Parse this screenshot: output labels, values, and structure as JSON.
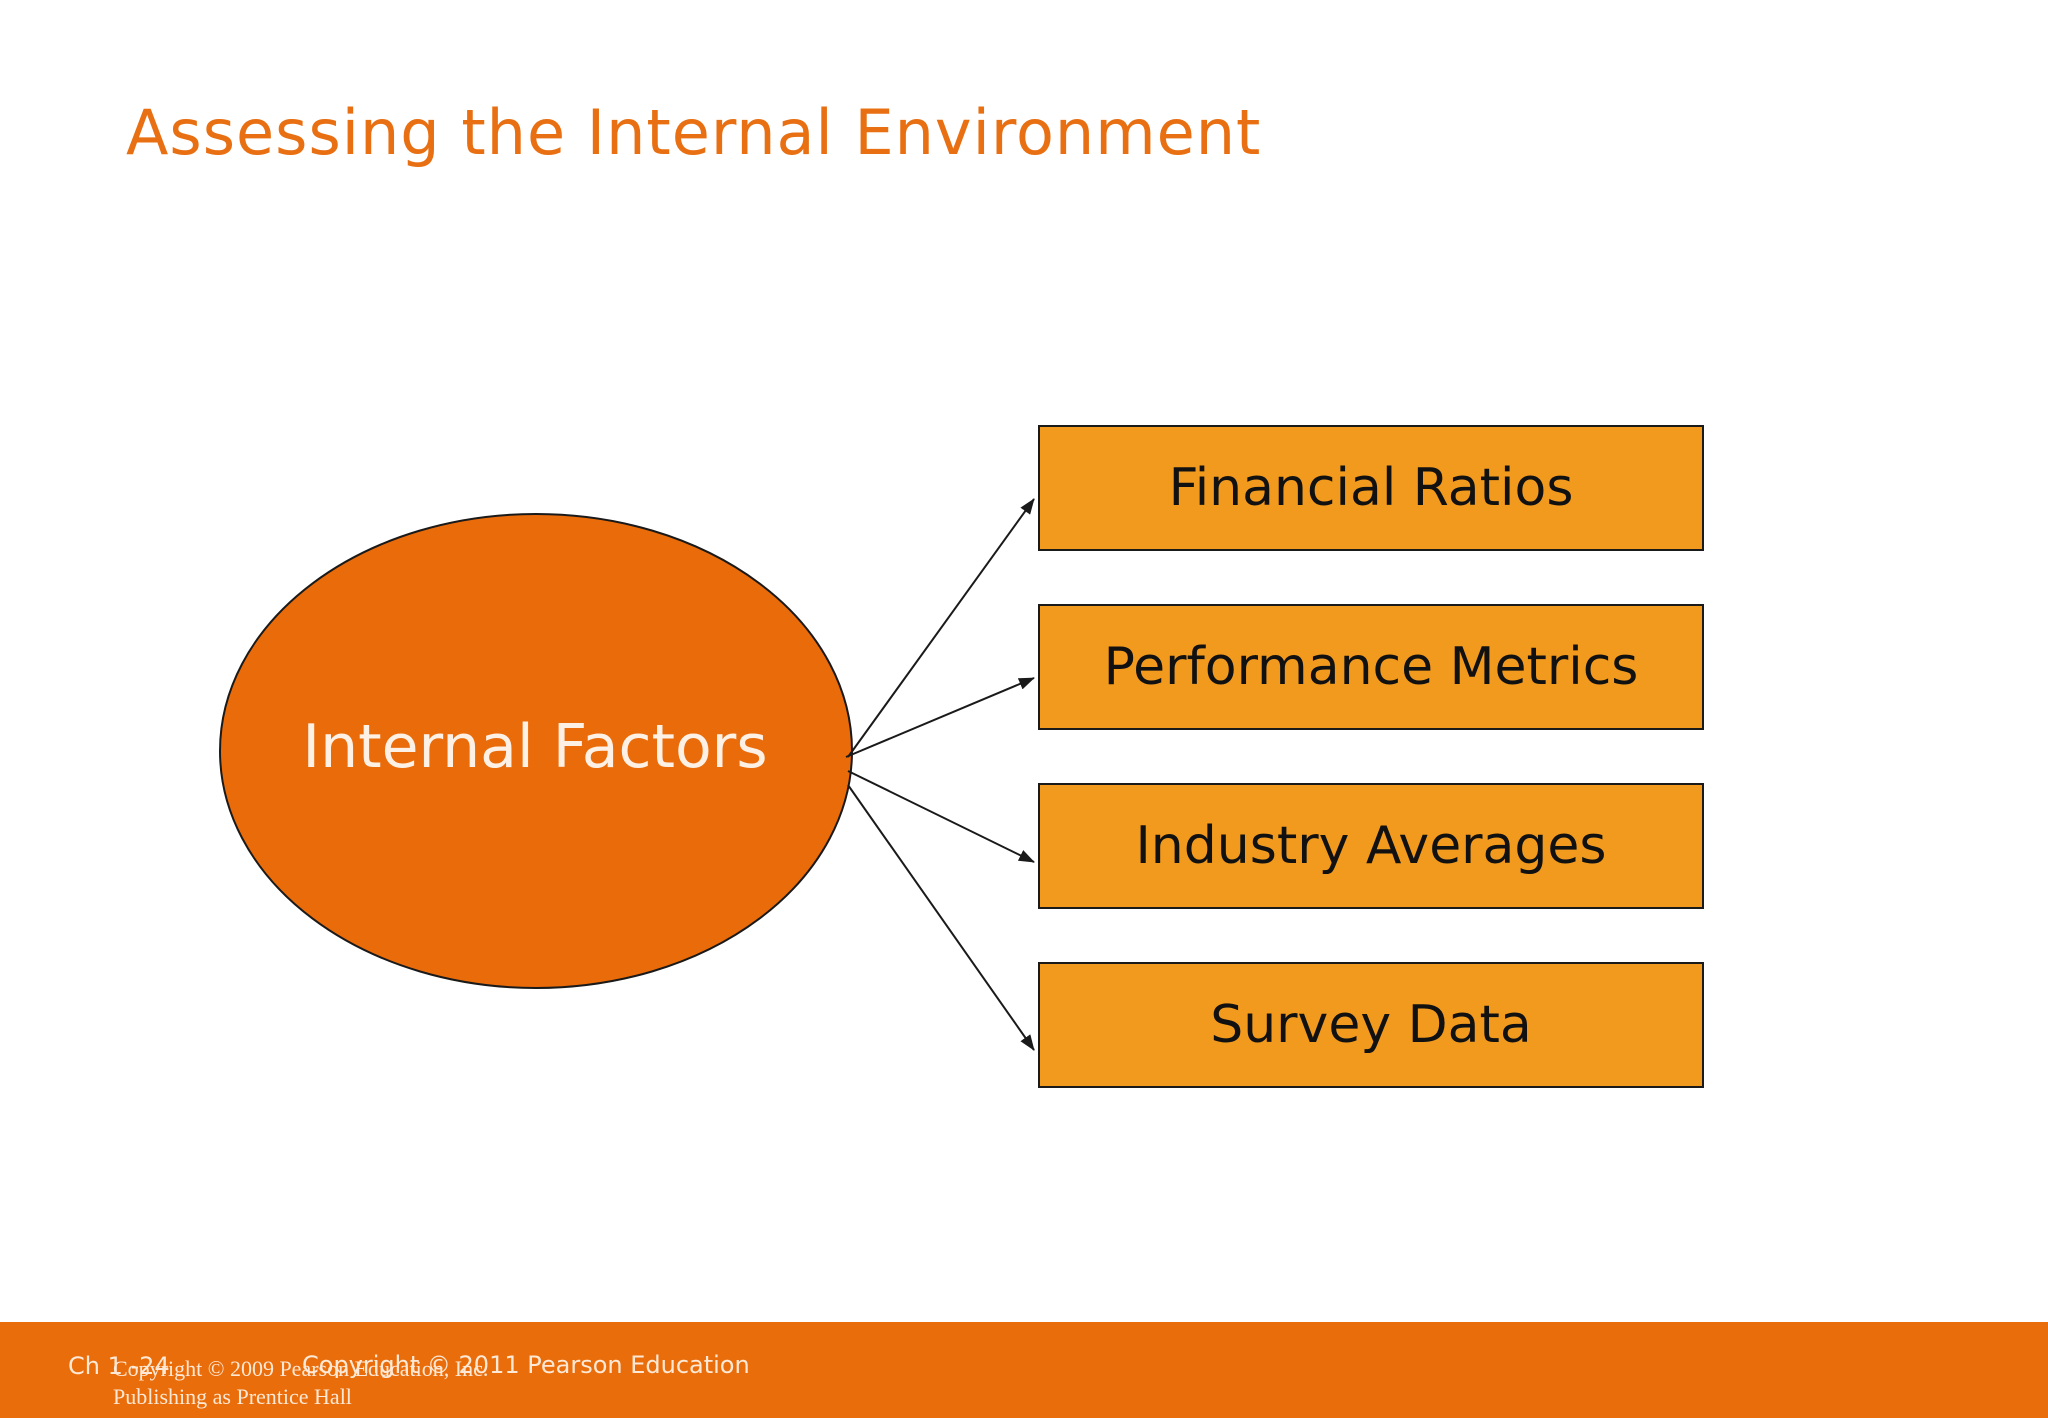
{
  "slide": {
    "title": "Assessing the Internal Environment"
  },
  "diagram": {
    "source": {
      "label": "Internal Factors",
      "fill": "#ea6b0a"
    },
    "targets": [
      {
        "label": "Financial Ratios"
      },
      {
        "label": "Performance Metrics"
      },
      {
        "label": "Industry Averages"
      },
      {
        "label": "Survey Data"
      }
    ],
    "target_fill": "#f29a1e"
  },
  "footer": {
    "slide_number": "Ch 1 -24",
    "copyright": "Copyright © 2011 Pearson Education",
    "old_copyright_line1": "Copyright © 2009 Pearson Education, Inc.",
    "old_copyright_line2": "Publishing as Prentice Hall",
    "bar_color": "#ea6d0b"
  },
  "colors": {
    "title": "#e86f12",
    "arrow": "#1a1a1a"
  }
}
